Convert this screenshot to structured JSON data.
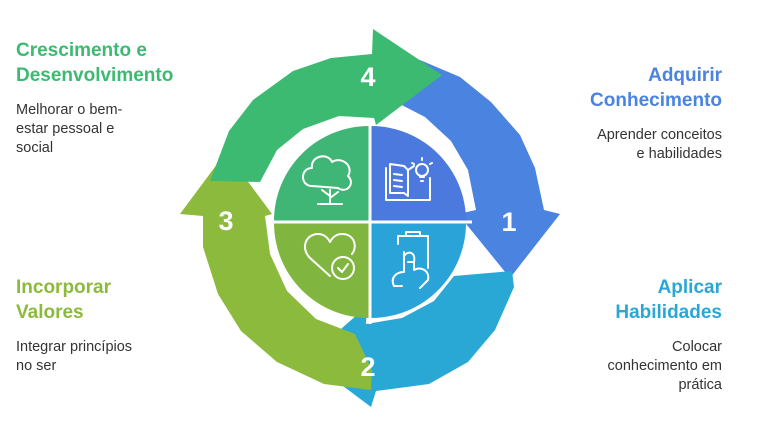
{
  "colors": {
    "growth": "#3dba72",
    "acquire": "#4a83e0",
    "apply": "#29a8d6",
    "values": "#8cba3c",
    "quad_growth": "#3fb676",
    "quad_acquire": "#4c79dd",
    "quad_apply": "#29a3d8",
    "quad_values": "#80b640",
    "icon": "#ffffff",
    "number": "#ffffff"
  },
  "steps": {
    "acquire": {
      "number": "1",
      "title_line1": "Adquirir",
      "title_line2": "Conhecimento",
      "desc_line1": "Aprender conceitos",
      "desc_line2": "e habilidades",
      "icon": "book-idea-icon"
    },
    "apply": {
      "number": "2",
      "title_line1": "Aplicar",
      "title_line2": "Habilidades",
      "desc_line1": "Colocar",
      "desc_line2": "conhecimento em",
      "desc_line3": "prática",
      "icon": "hand-clipboard-icon"
    },
    "values": {
      "number": "3",
      "title_line1": "Incorporar",
      "title_line2": "Valores",
      "desc_line1": "Integrar princípios",
      "desc_line2": "no ser",
      "icon": "heart-check-icon"
    },
    "growth": {
      "number": "4",
      "title_line1": "Crescimento e",
      "title_line2": "Desenvolvimento",
      "desc_line1": "Melhorar o bem-",
      "desc_line2": "estar pessoal e",
      "desc_line3": "social",
      "icon": "tree-icon"
    }
  }
}
